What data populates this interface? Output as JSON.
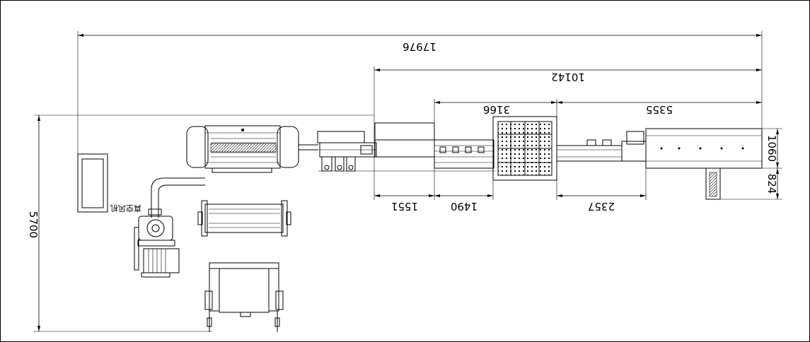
{
  "dimensions": {
    "total_length": "17976",
    "line_length": "10142",
    "machine_width": "3166",
    "tail_length": "5355",
    "section_a": "1551",
    "section_b": "1490",
    "section_c": "2357",
    "height_right": "1060",
    "offset_right": "824",
    "total_width": "5700"
  },
  "labels": {
    "fan_label": "真空风机"
  }
}
